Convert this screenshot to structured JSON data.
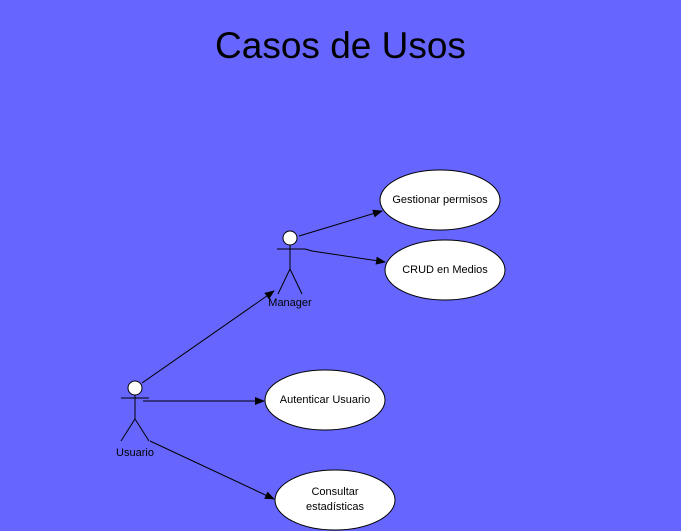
{
  "title": "Casos de Usos",
  "colors": {
    "background": "#6666ff",
    "stroke": "#000000",
    "fill": "#ffffff"
  },
  "actors": {
    "manager": {
      "label": "Manager"
    },
    "usuario": {
      "label": "Usuario"
    }
  },
  "use_cases": {
    "gestionar_permisos": "Gestionar permisos",
    "crud_medios": "CRUD en Medios",
    "autenticar_usuario": "Autenticar Usuario",
    "consultar_estadisticas": "Consultar\nestadísticas"
  },
  "associations": [
    {
      "from": "Manager",
      "to": "Gestionar permisos"
    },
    {
      "from": "Manager",
      "to": "CRUD en Medios"
    },
    {
      "from": "Usuario",
      "to": "Manager"
    },
    {
      "from": "Usuario",
      "to": "Autenticar Usuario"
    },
    {
      "from": "Usuario",
      "to": "Consultar\nestadísticas"
    }
  ]
}
